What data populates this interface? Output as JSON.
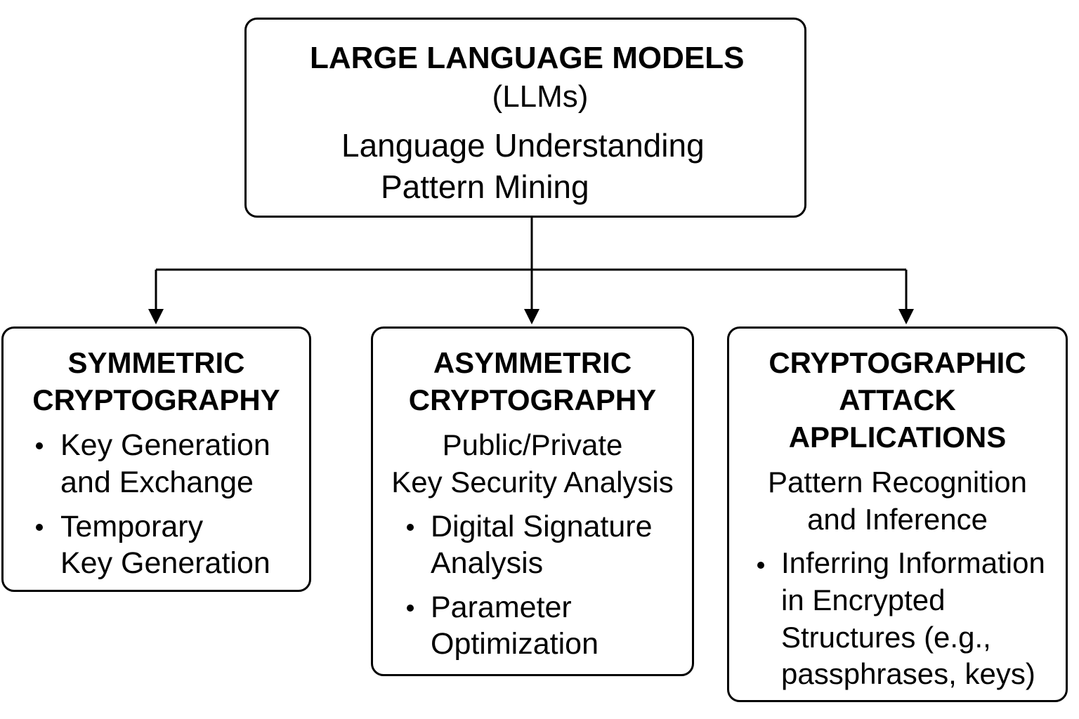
{
  "root": {
    "title_line1": "LARGE LANGUAGE MODELS",
    "title_line2": "(LLMs)",
    "capability1": "Language Understanding",
    "capability2": "Pattern Mining"
  },
  "symmetric": {
    "title_line1": "SYMMETRIC",
    "title_line2": "CRYPTOGRAPHY",
    "bullets": [
      {
        "line1": "Key Generation",
        "line2": "and Exchange"
      },
      {
        "line1": "Temporary",
        "line2": "Key Generation"
      }
    ]
  },
  "asymmetric": {
    "title_line1": "ASYMMETRIC",
    "title_line2": "CRYPTOGRAPHY",
    "subtitle_line1": "Public/Private",
    "subtitle_line2": "Key Security Analysis",
    "bullets": [
      {
        "line1": "Digital Signature",
        "line2": "Analysis"
      },
      {
        "line1": "Parameter",
        "line2": "Optimization"
      }
    ]
  },
  "attack": {
    "title_line1": "CRYPTOGRAPHIC",
    "title_line2": "ATTACK",
    "title_line3": "APPLICATIONS",
    "subtitle_line1": "Pattern Recognition",
    "subtitle_line2": "and Inference",
    "bullets": [
      {
        "line1": "Inferring Information",
        "line2": "in Encrypted",
        "line3": "Structures (e.g.,",
        "line4": "passphrases, keys)"
      }
    ]
  },
  "colors": {
    "stroke": "#000000",
    "background": "#ffffff"
  }
}
